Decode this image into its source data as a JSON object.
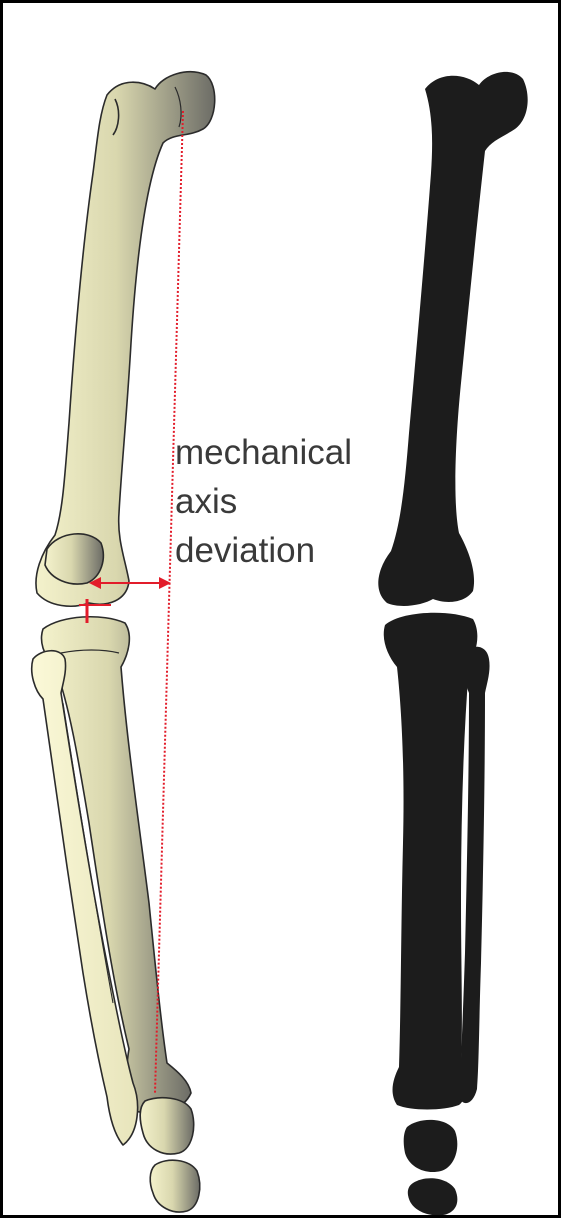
{
  "annotation": {
    "line1": "mechanical",
    "line2": "axis",
    "line3": "deviation"
  },
  "colors": {
    "bone_light": "#f1efc6",
    "bone_dark": "#6d6d66",
    "outline": "#2b2b2b",
    "silhouette": "#1c1c1c",
    "axis_line": "#e21c2a",
    "label_text": "#3a3a3a",
    "frame": "#000000"
  }
}
